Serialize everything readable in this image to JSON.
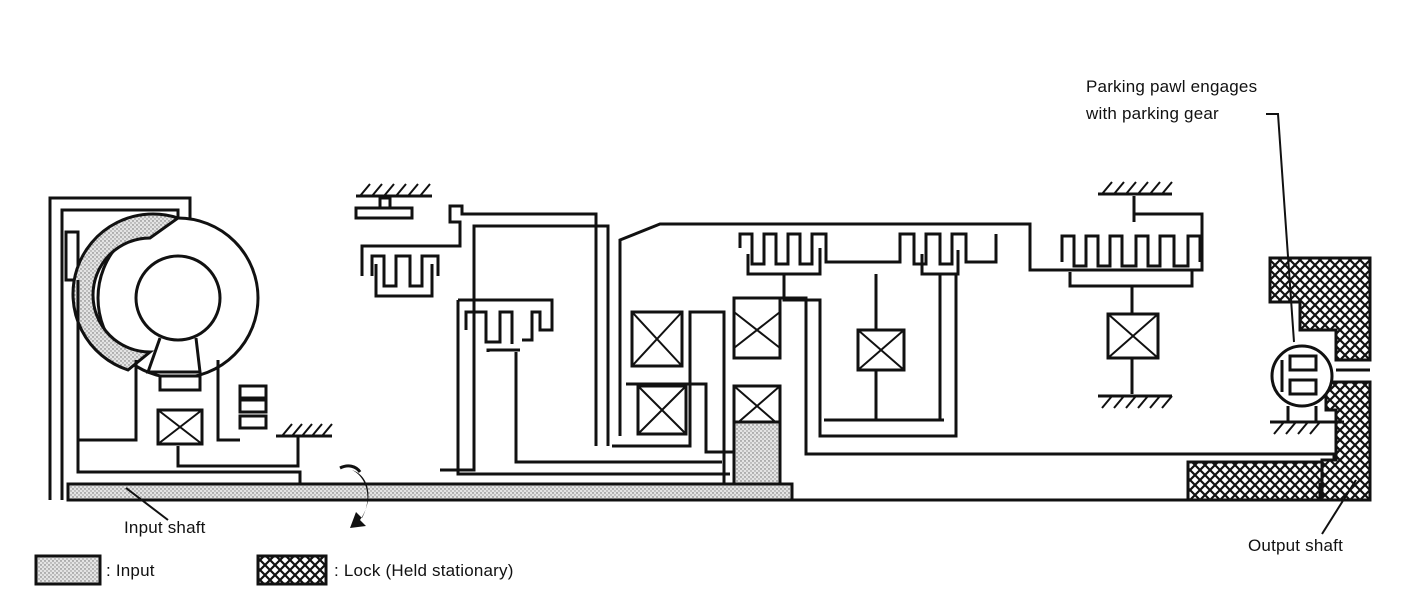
{
  "labels": {
    "parking_line1": "Parking pawl engages",
    "parking_line2": "with parking gear",
    "input_shaft": "Input shaft",
    "output_shaft": "Output shaft"
  },
  "legend": {
    "input_label": ": Input",
    "lock_label": ": Lock (Held stationary)"
  },
  "colors": {
    "line": "#111111",
    "input_fill": "#d9d9d9",
    "background": "#ffffff"
  }
}
